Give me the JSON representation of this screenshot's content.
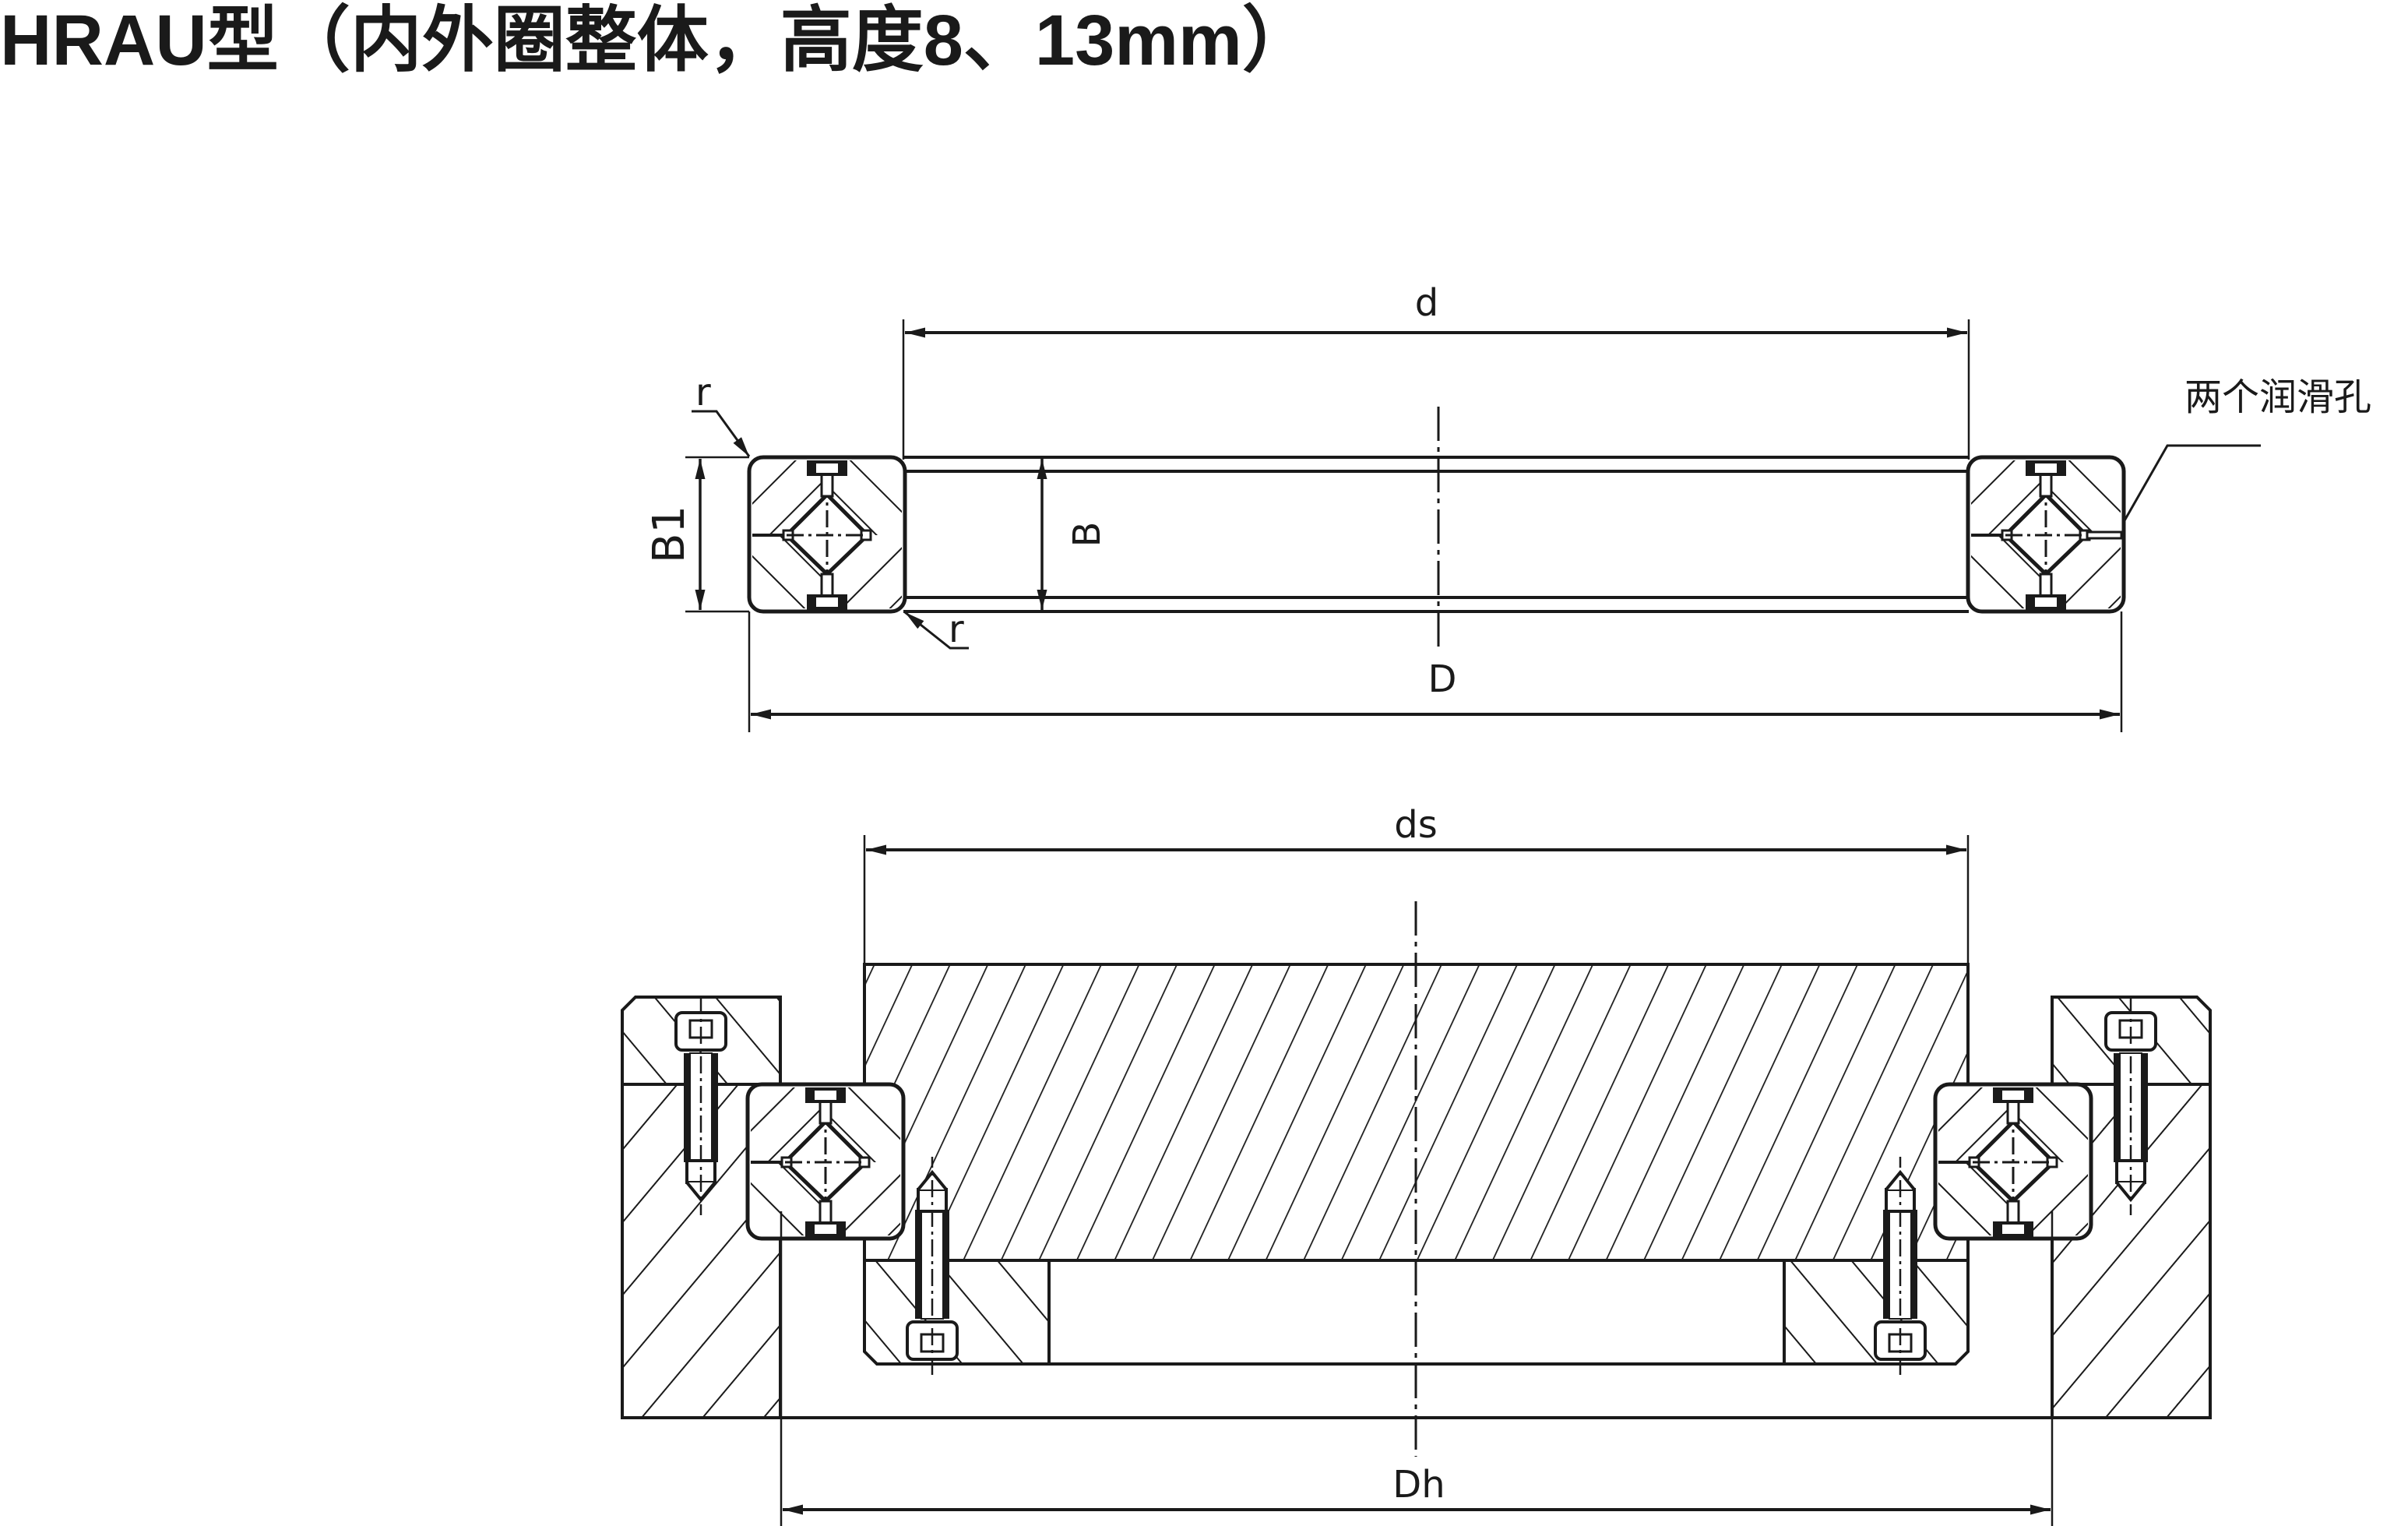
{
  "title": "HRAU型（内外圈整体，高度8、13mm）",
  "upper_view": {
    "labels": {
      "d": "d",
      "D": "D",
      "B": "B",
      "B1": "B1",
      "r_top": "r",
      "r_bottom": "r"
    },
    "note": "两个润滑孔"
  },
  "lower_view": {
    "labels": {
      "ds": "ds",
      "Dh": "Dh"
    }
  },
  "colors": {
    "line": "#1a1a1a",
    "background": "#ffffff"
  }
}
